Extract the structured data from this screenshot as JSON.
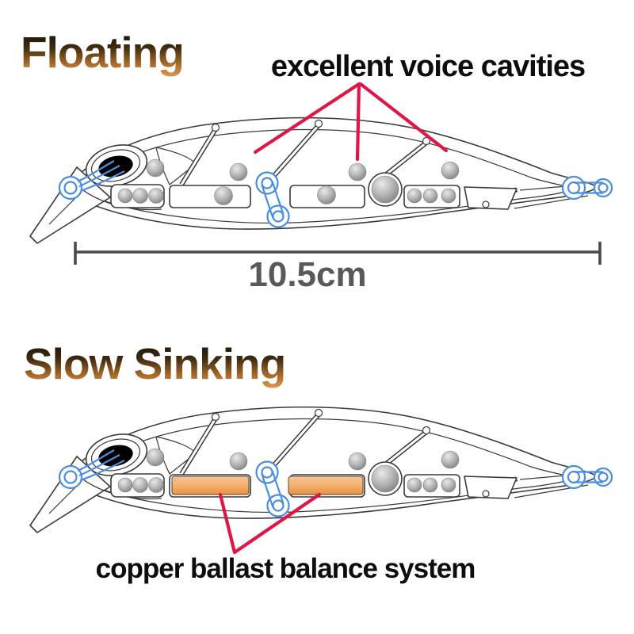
{
  "floating_section": {
    "title": "Floating",
    "annotation": "excellent voice cavities"
  },
  "dimension": {
    "label": "10.5cm"
  },
  "sinking_section": {
    "title": "Slow Sinking",
    "annotation": "copper ballast balance system"
  },
  "colors": {
    "annotation_pointer_red": "#e01647",
    "hardware_blue": "#4a8fdf",
    "ballast_copper_orange": "#ed9240",
    "title_gradient_top": "#160f06",
    "title_gradient_bottom": "#e29b4d",
    "dimension_gray": "#58595b",
    "outline_gray": "#3a3a3a",
    "bearing_gray": "#9a9a9a",
    "background": "#ffffff"
  }
}
